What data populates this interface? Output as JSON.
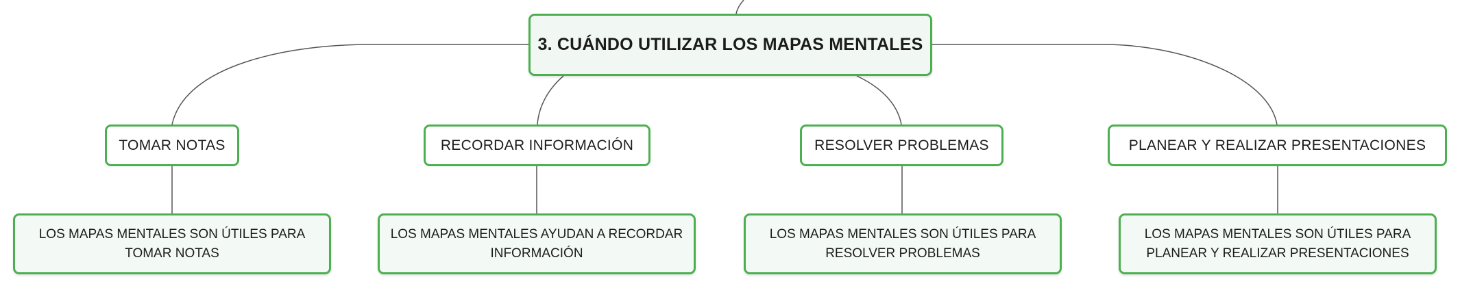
{
  "colors": {
    "node_border": "#4CAF50",
    "root_fill": "#f1f8f3",
    "detail_fill": "#f3f9f4",
    "connector": "#555555"
  },
  "root": {
    "label": "3. CUÁNDO UTILIZAR LOS MAPAS MENTALES"
  },
  "topics": [
    {
      "label": "TOMAR NOTAS",
      "detail_line1": "LOS MAPAS MENTALES SON ÚTILES PARA",
      "detail_line2": "TOMAR NOTAS"
    },
    {
      "label": "RECORDAR INFORMACIÓN",
      "detail_line1": "LOS MAPAS MENTALES AYUDAN A RECORDAR",
      "detail_line2": "INFORMACIÓN"
    },
    {
      "label": "RESOLVER PROBLEMAS",
      "detail_line1": "LOS MAPAS MENTALES SON ÚTILES PARA",
      "detail_line2": "RESOLVER PROBLEMAS"
    },
    {
      "label": "PLANEAR Y REALIZAR PRESENTACIONES",
      "detail_line1": "LOS MAPAS MENTALES SON ÚTILES PARA",
      "detail_line2": "PLANEAR Y REALIZAR PRESENTACIONES"
    }
  ]
}
